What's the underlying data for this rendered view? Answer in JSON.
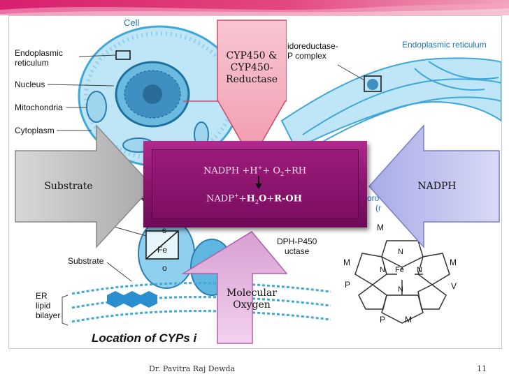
{
  "slide": {
    "author": "Dr. Pavitra Raj Dewda",
    "page_number": "11"
  },
  "figure": {
    "cell_title": "Cell",
    "labels": {
      "endoplasmic_reticulum_left": "Endoplasmic",
      "endoplasmic_reticulum_left_2": "reticulum",
      "nucleus": "Nucleus",
      "mitochondria": "Mitochondria",
      "cytoplasm": "Cytoplasm",
      "complex_1": "idoreductase-",
      "complex_2": "P complex",
      "endoplasmic_reticulum_right": "Endoplasmic reticulum",
      "nad_partial": "NAD",
      "s_label": "s",
      "fe_label": "Fe",
      "o_label": "o",
      "substrate_small": "Substrate",
      "er_lipid_1": "ER",
      "er_lipid_2": "lipid",
      "er_lipid_3": "bilayer",
      "p450_1": "DPH-P450",
      "p450_2": "uctase",
      "heme_M1": "M",
      "heme_M2": "M",
      "heme_M3": "M",
      "heme_M4": "M",
      "heme_P1": "P",
      "heme_P2": "P",
      "heme_V": "V",
      "heme_N1": "N",
      "heme_N2": "N",
      "heme_N3": "N",
      "heme_N4": "N",
      "heme_Fe": "Fe",
      "right_partial_1": "oro",
      "right_partial_2": "(r",
      "caption": "Location of CYPs i"
    }
  },
  "arrows": {
    "top": [
      "CYP450 &",
      "CYP450-",
      "Reductase"
    ],
    "left": "Substrate",
    "right": "NADPH",
    "bottom": [
      "Molecular",
      "Oxygen"
    ]
  },
  "reaction": {
    "line1_a": "NADPH +H",
    "line1_sup": "+",
    "line1_b": "+ O",
    "line1_sub": "2",
    "line1_c": "+RH",
    "line2_a": "NADP",
    "line2_sup": "+",
    "line2_b": "+",
    "line2_h": "H",
    "line2_sub": "2",
    "line2_o": "O",
    "line2_plus": "+",
    "line2_roh": "R-OH"
  },
  "colors": {
    "accent_band": "#d81f6d",
    "center_box": "#8c1470",
    "arrow_top": "#f6b9c6",
    "arrow_left": "#c9c9c9",
    "arrow_right": "#c9cbf2",
    "arrow_bottom": "#ecc3e6"
  }
}
